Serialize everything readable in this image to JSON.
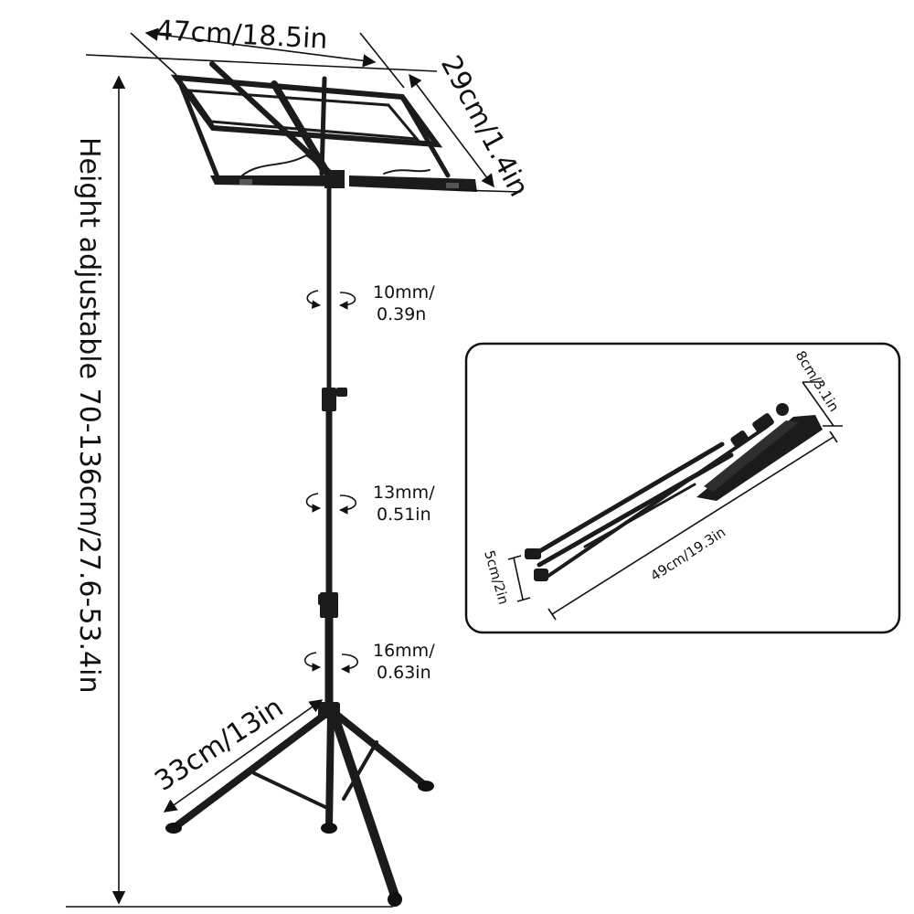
{
  "dimensions": {
    "desk_width": "47cm/18.5in",
    "desk_depth": "29cm/1.4in",
    "height": "Height adjustable 70-136cm/27.6-53.4in",
    "leg_span": "33cm/13in"
  },
  "tubes": [
    {
      "value": "10mm/",
      "unit": "0.39n"
    },
    {
      "value": "13mm/",
      "unit": "0.51in"
    },
    {
      "value": "16mm/",
      "unit": "0.63in"
    }
  ],
  "folded": {
    "thickness_top": "8cm/3.1in",
    "length": "49cm/19.3in",
    "thickness_side": "5cm/2in"
  },
  "colors": {
    "stand": "#1b1b1b",
    "lines": "#111111",
    "background": "#ffffff"
  }
}
